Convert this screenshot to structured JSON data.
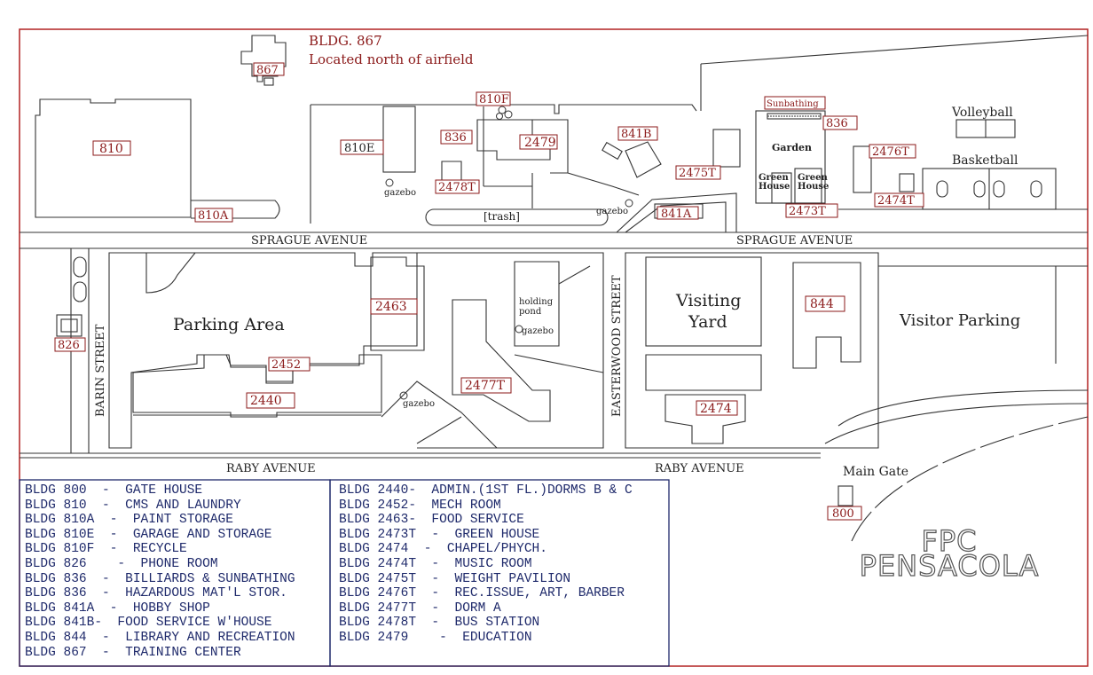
{
  "header": {
    "title": "BLDG. 867",
    "subtitle": "Located north of airfield"
  },
  "buildings": {
    "b867": "867",
    "b810": "810",
    "b810a": "810A",
    "b810e": "810E",
    "b810f": "810F",
    "b836_upper": "836",
    "b836_right": "836",
    "b2479": "2479",
    "b2478t": "2478T",
    "b841b": "841B",
    "b841a": "841A",
    "b2475t": "2475T",
    "b2476t": "2476T",
    "b2474t": "2474T",
    "b2473t": "2473T",
    "b2463": "2463",
    "b2452": "2452",
    "b2440": "2440",
    "b2477t": "2477T",
    "b2474": "2474",
    "b844": "844",
    "b826": "826",
    "b800": "800"
  },
  "areas": {
    "sunbathing": "Sunbathing",
    "volleyball": "Volleyball",
    "basketball": "Basketball",
    "garden": "Garden",
    "green_house_1_line1": "Green",
    "green_house_1_line2": "House",
    "green_house_2_line1": "Green",
    "green_house_2_line2": "House",
    "gazebo_1": "gazebo",
    "gazebo_2": "gazebo",
    "gazebo_3": "gazebo",
    "gazebo_4": "gazebo",
    "trash": "[trash]",
    "holding_pond_line1": "holding",
    "holding_pond_line2": "pond",
    "parking_area": "Parking Area",
    "visiting_yard_line1": "Visiting",
    "visiting_yard_line2": "Yard",
    "visitor_parking": "Visitor Parking",
    "main_gate": "Main Gate"
  },
  "streets": {
    "sprague_left": "SPRAGUE AVENUE",
    "sprague_right": "SPRAGUE AVENUE",
    "raby_left": "RABY AVENUE",
    "raby_right": "RABY AVENUE",
    "barin": "BARIN STREET",
    "easterwood": "EASTERWOOD STREET"
  },
  "legend_left": [
    "BLDG 800  -  GATE HOUSE",
    "BLDG 810  -  CMS AND LAUNDRY",
    "BLDG 810A  -  PAINT STORAGE",
    "BLDG 810E  -  GARAGE AND STORAGE",
    "BLDG 810F  -  RECYCLE",
    "BLDG 826    -  PHONE ROOM",
    "BLDG 836  -  BILLIARDS & SUNBATHING",
    "BLDG 836  -  HAZARDOUS MAT'L STOR.",
    "BLDG 841A  -  HOBBY SHOP",
    "BLDG 841B-  FOOD SERVICE W'HOUSE",
    "BLDG 844  -  LIBRARY AND RECREATION",
    "BLDG 867  -  TRAINING CENTER"
  ],
  "legend_right": [
    "BLDG 2440-  ADMIN.(1ST FL.)DORMS B & C",
    "BLDG 2452-  MECH ROOM",
    "BLDG 2463-  FOOD SERVICE",
    "BLDG 2473T  -  GREEN HOUSE",
    "BLDG 2474  -  CHAPEL/PHYCH.",
    "BLDG 2474T  -  MUSIC ROOM",
    "BLDG 2475T  -  WEIGHT PAVILION",
    "BLDG 2476T  -  REC.ISSUE, ART, BARBER",
    "BLDG 2477T  -  DORM A",
    "BLDG 2478T  -  BUS STATION",
    "BLDG 2479    -  EDUCATION"
  ],
  "brand": {
    "line1": "FPC",
    "line2": "PENSACOLA"
  },
  "colors": {
    "border": "#b22222",
    "label_red": "#8b1a1a",
    "legend_blue": "#1f2a6b",
    "lines": "#333333"
  }
}
